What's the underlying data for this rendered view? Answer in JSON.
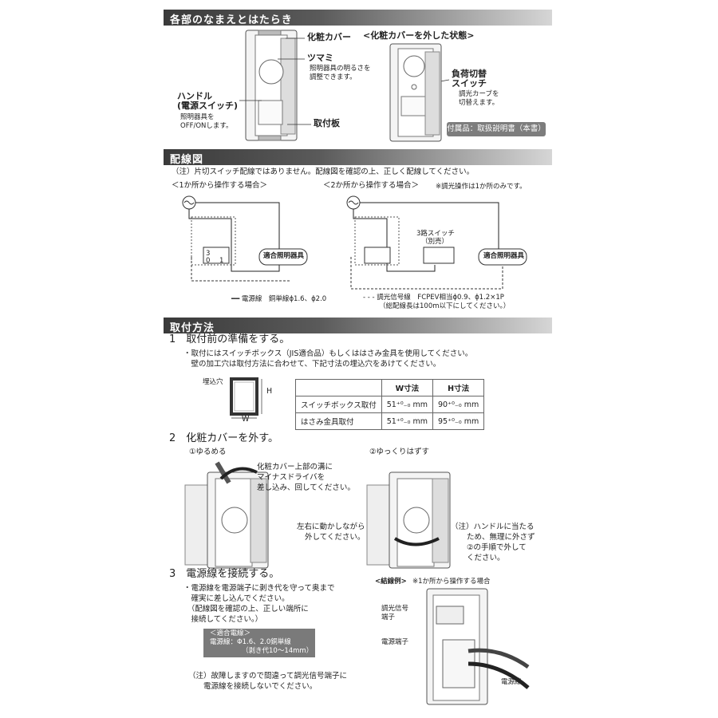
{
  "sections": {
    "names": {
      "title": "各部のなまえとはたらき",
      "cover_label": "化粧カバー",
      "knob_label": "ツマミ",
      "knob_desc1": "照明器具の明るさを",
      "knob_desc2": "調整できます。",
      "handle_label1": "ハンドル",
      "handle_label2": "(電源スイッチ)",
      "handle_desc1": "照明器具を",
      "handle_desc2": "OFF/ONします。",
      "plate_label": "取付板",
      "removed_title": "<化粧カバーを外した状態>",
      "load_switch1": "負荷切替",
      "load_switch2": "スイッチ",
      "load_desc1": "調光カーブを",
      "load_desc2": "切替えます。",
      "accessory": "付属品：取扱説明書（本書）"
    },
    "wiring": {
      "title": "配線図",
      "note": "（注）片切スイッチ配線ではありません。配線図を確認の上、正しく配線してください。",
      "case1": "＜1か所から操作する場合＞",
      "case2": "＜2か所から操作する場合＞",
      "case2_note": "※調光操作は1か所のみです。",
      "fixture": "適合照明器具",
      "three_way1": "3路スイッチ",
      "three_way2": "（別売）",
      "legend_power": "━━ 電源線　銅単線ϕ1.6、ϕ2.0",
      "legend_signal": "- - - 調光信号線　FCPEV相当ϕ0.9、ϕ1.2×1P",
      "legend_signal2": "（総配線長は100m以下にしてください。）",
      "terminal_3": "3",
      "terminal_0": "0",
      "terminal_1": "1"
    },
    "install": {
      "title": "取付方法",
      "step1": "1　取付前の準備をする。",
      "step1_text1": "・取付にはスイッチボックス（JIS適合品）もしくははさみ金具を使用してください。",
      "step1_text2": "　壁の加工穴は取付方法に合わせて、下記寸法の埋込穴をあけてください。",
      "hole_label": "埋込穴",
      "h_label": "H",
      "w_label": "W",
      "table": {
        "head": [
          "",
          "W寸法",
          "H寸法"
        ],
        "rows": [
          [
            "スイッチボックス取付",
            "51⁺⁰₋₀ mm",
            "90⁺⁰₋₀ mm"
          ],
          [
            "はさみ金具取付",
            "51⁺⁰₋₀ mm",
            "95⁺⁰₋₀ mm"
          ]
        ]
      },
      "step2": "2　化粧カバーを外す。",
      "loosen": "①ゆるめる",
      "remove_slowly": "②ゆっくりはずす",
      "loosen_desc1": "化粧カバー上部の溝に",
      "loosen_desc2": "マイナスドライバを",
      "loosen_desc3": "差し込み、回してください。",
      "remove_desc1": "左右に動かしながら",
      "remove_desc2": "外してください。",
      "remove_note1": "（注）ハンドルに当たる",
      "remove_note2": "ため、無理に外さず",
      "remove_note3": "②の手順で外して",
      "remove_note4": "ください。",
      "step3": "3　電源線を接続する。",
      "step3_text1": "・電源線を電源端子に剥き代を守って奥まで",
      "step3_text2": "　確実に差し込んでください。",
      "step3_text3": "　（配線図を確認の上、正しい端所に",
      "step3_text4": "　接続してください。）",
      "wire_box1": "＜適合電線＞",
      "wire_box2": "電源線：Φ1.6、2.0銅単線",
      "wire_box3": "（剥き代10〜14mm）",
      "step3_note1": "（注）故障しますので間違って調光信号端子に",
      "step3_note2": "　　電源線を接続しないでください。",
      "example": "<結線例>",
      "example_note": "※1か所から操作する場合",
      "signal_terminal1": "調光信号",
      "signal_terminal2": "端子",
      "power_terminal": "電源端子",
      "power_wire": "電源線"
    }
  }
}
